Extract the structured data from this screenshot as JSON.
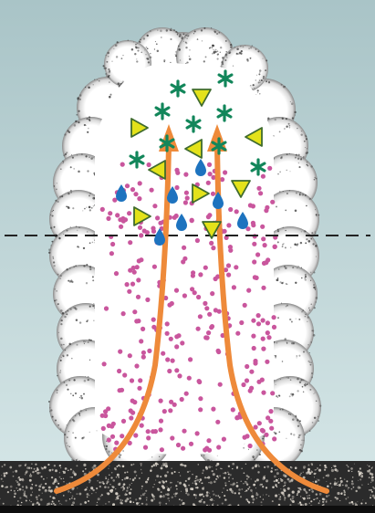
{
  "diagram": {
    "colors": {
      "sky_top": "#a9c4c7",
      "sky_bottom": "#d4e5e6",
      "cloud": "#ffffff",
      "cloud_edge": "#3a3a3a",
      "ground": "#2b2b2b",
      "ground_speckle": "#d8d2c8",
      "updraft": "#ee8a3a",
      "cloud_droplet": "#c9569d",
      "rain_drop": "#1d73bf",
      "ice_crystal": "#12865a",
      "hail": "#e3e21a",
      "hail_edge": "#3f6b2e",
      "freezing_level_line": "#222222"
    },
    "elements": [
      "sky",
      "ground",
      "cumulus-cloud",
      "updraft-arrows",
      "freezing-level-line",
      "cloud-droplets",
      "raindrops",
      "ice-crystals",
      "graupel-particles"
    ],
    "legend": []
  }
}
